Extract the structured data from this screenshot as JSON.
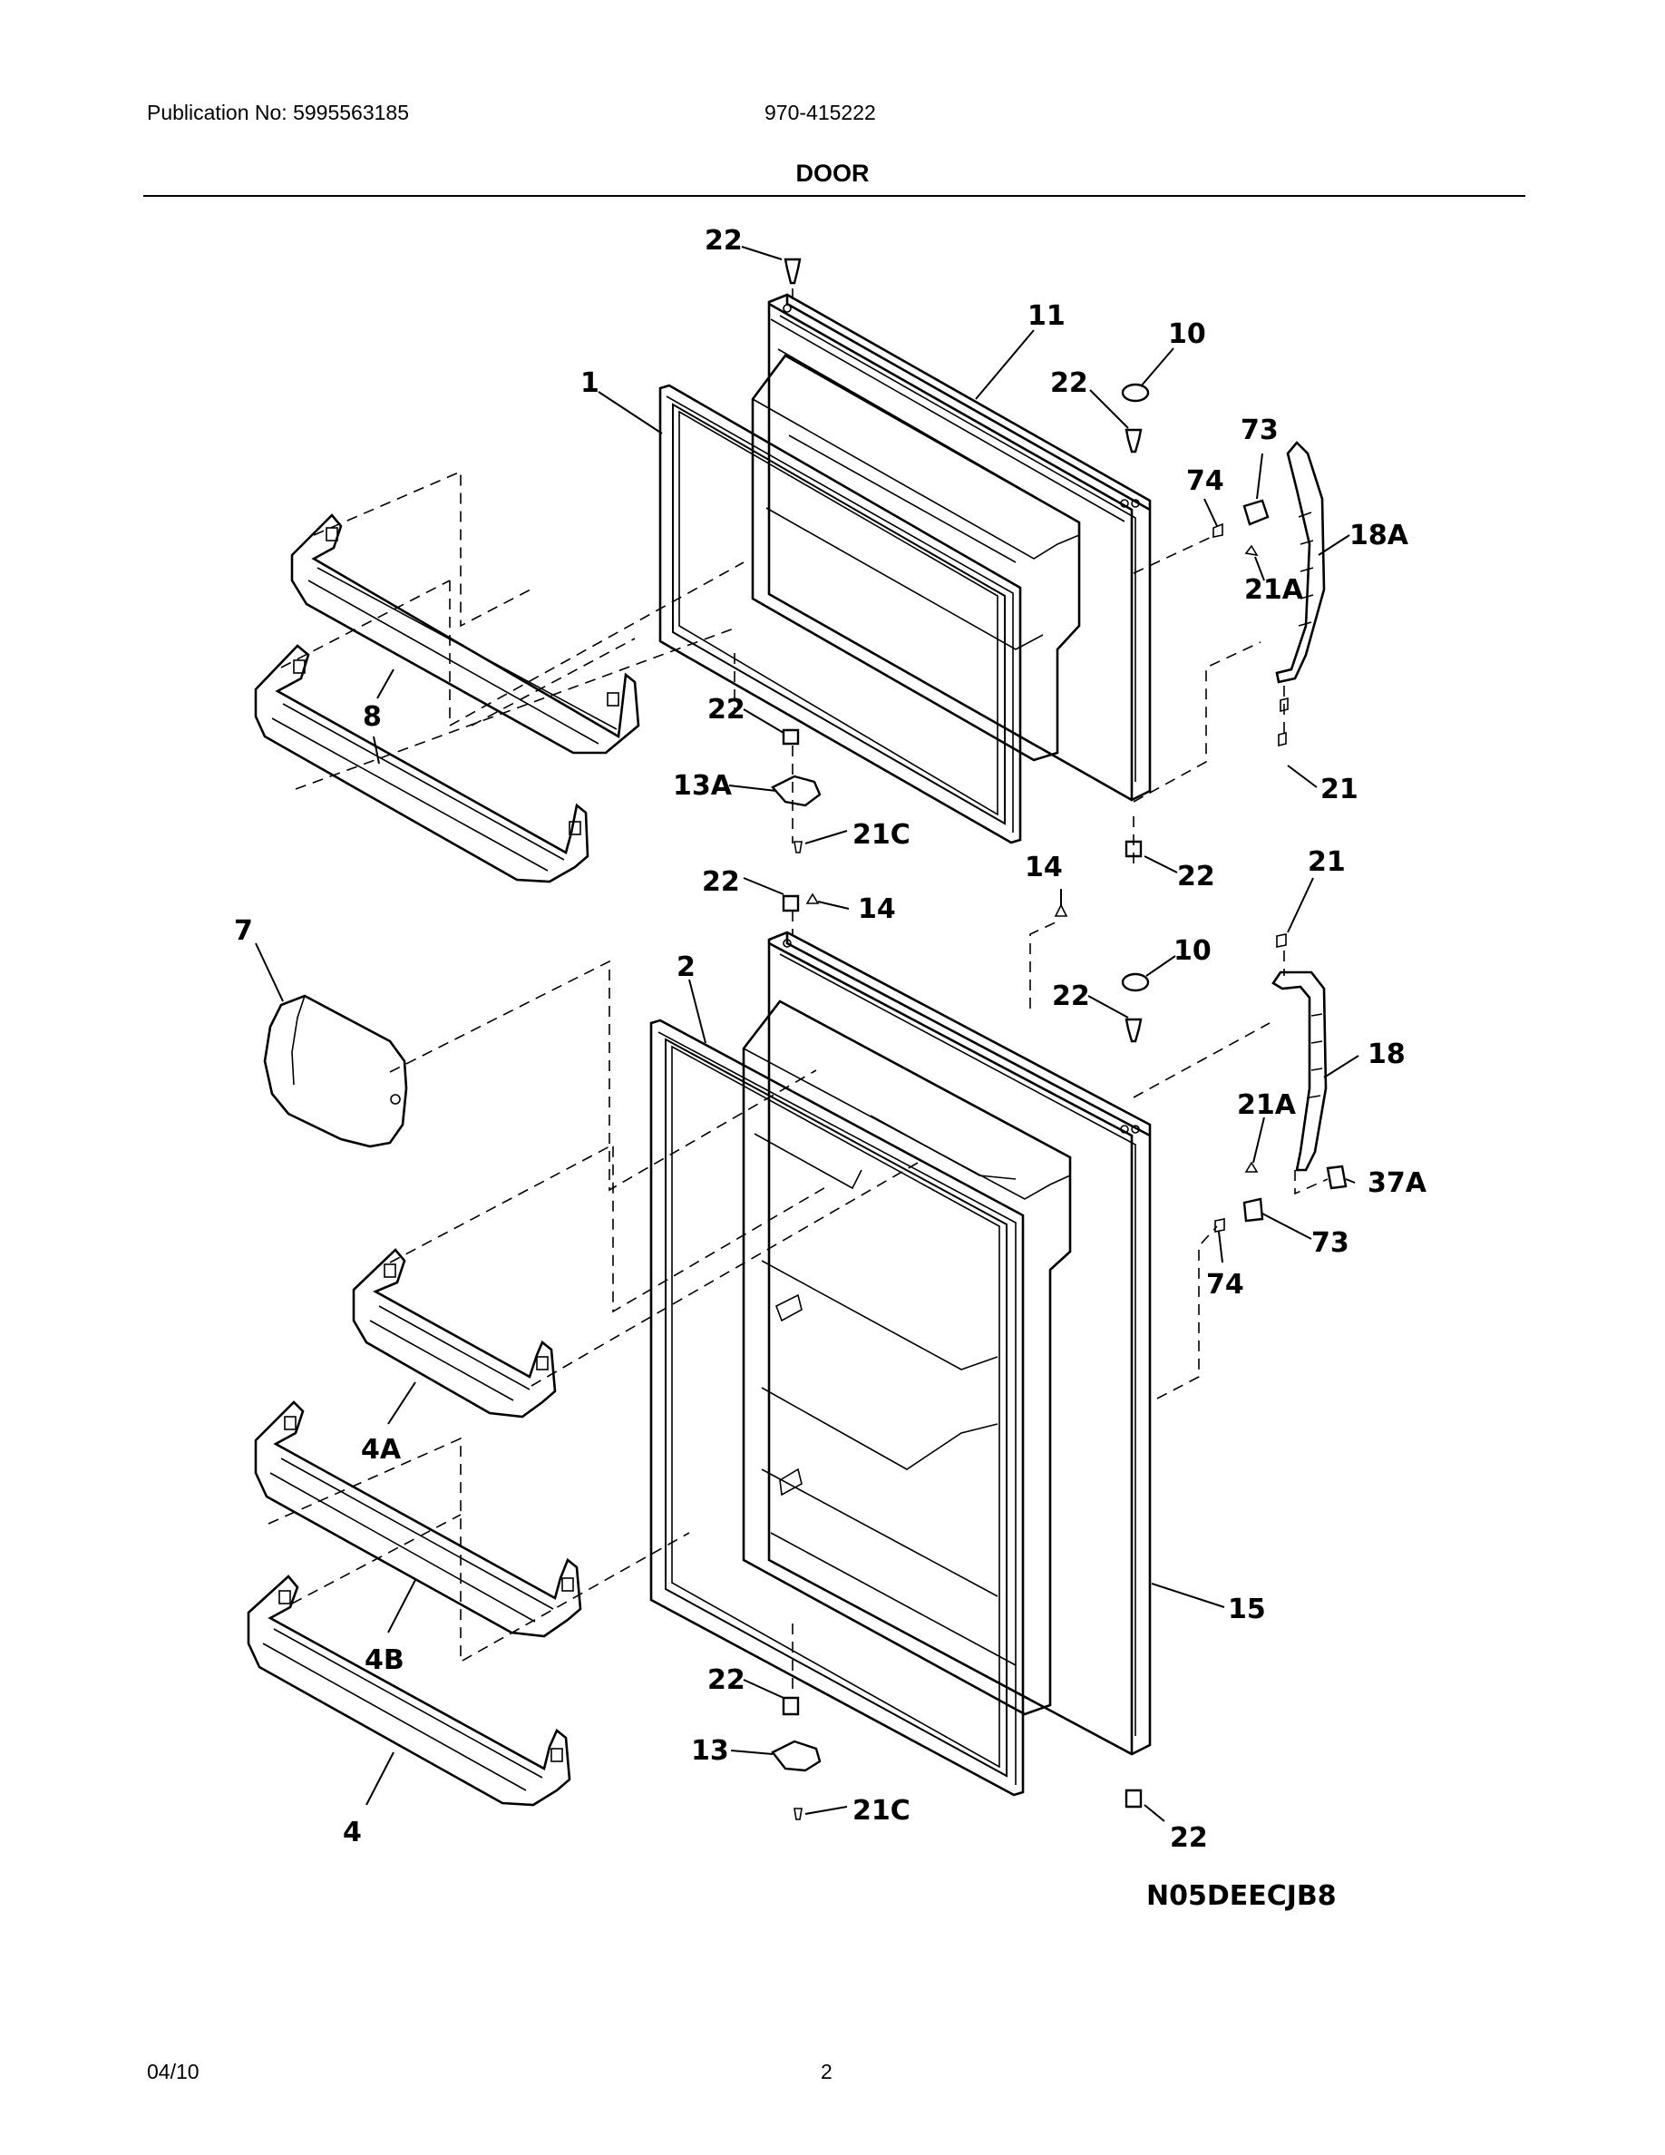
{
  "header": {
    "publication": "Publication No: 5995563185",
    "model": "970-415222",
    "title": "DOOR"
  },
  "footer": {
    "date": "04/10",
    "page": "2"
  },
  "diagram": {
    "code": "N05DEECJB8",
    "callouts": [
      {
        "id": "c-22-top",
        "label": "22"
      },
      {
        "id": "c-11",
        "label": "11"
      },
      {
        "id": "c-10-upper",
        "label": "10"
      },
      {
        "id": "c-22-upper-right",
        "label": "22"
      },
      {
        "id": "c-1",
        "label": "1"
      },
      {
        "id": "c-73-upper",
        "label": "73"
      },
      {
        "id": "c-74-upper",
        "label": "74"
      },
      {
        "id": "c-18a",
        "label": "18A"
      },
      {
        "id": "c-21a-upper",
        "label": "21A"
      },
      {
        "id": "c-8",
        "label": "8"
      },
      {
        "id": "c-22-mid-left",
        "label": "22"
      },
      {
        "id": "c-13a",
        "label": "13A"
      },
      {
        "id": "c-21c-upper",
        "label": "21C"
      },
      {
        "id": "c-21-upper",
        "label": "21"
      },
      {
        "id": "c-14-right",
        "label": "14"
      },
      {
        "id": "c-22-upper-door-bottom",
        "label": "22"
      },
      {
        "id": "c-21-lower",
        "label": "21"
      },
      {
        "id": "c-22-hinge-left",
        "label": "22"
      },
      {
        "id": "c-14-left",
        "label": "14"
      },
      {
        "id": "c-7",
        "label": "7"
      },
      {
        "id": "c-2",
        "label": "2"
      },
      {
        "id": "c-10-lower",
        "label": "10"
      },
      {
        "id": "c-22-lower-right",
        "label": "22"
      },
      {
        "id": "c-18",
        "label": "18"
      },
      {
        "id": "c-21a-lower",
        "label": "21A"
      },
      {
        "id": "c-37a",
        "label": "37A"
      },
      {
        "id": "c-73-lower",
        "label": "73"
      },
      {
        "id": "c-74-lower",
        "label": "74"
      },
      {
        "id": "c-4a",
        "label": "4A"
      },
      {
        "id": "c-4b",
        "label": "4B"
      },
      {
        "id": "c-15",
        "label": "15"
      },
      {
        "id": "c-22-lower-left",
        "label": "22"
      },
      {
        "id": "c-13",
        "label": "13"
      },
      {
        "id": "c-21c-lower",
        "label": "21C"
      },
      {
        "id": "c-4",
        "label": "4"
      },
      {
        "id": "c-22-bottom",
        "label": "22"
      }
    ]
  }
}
